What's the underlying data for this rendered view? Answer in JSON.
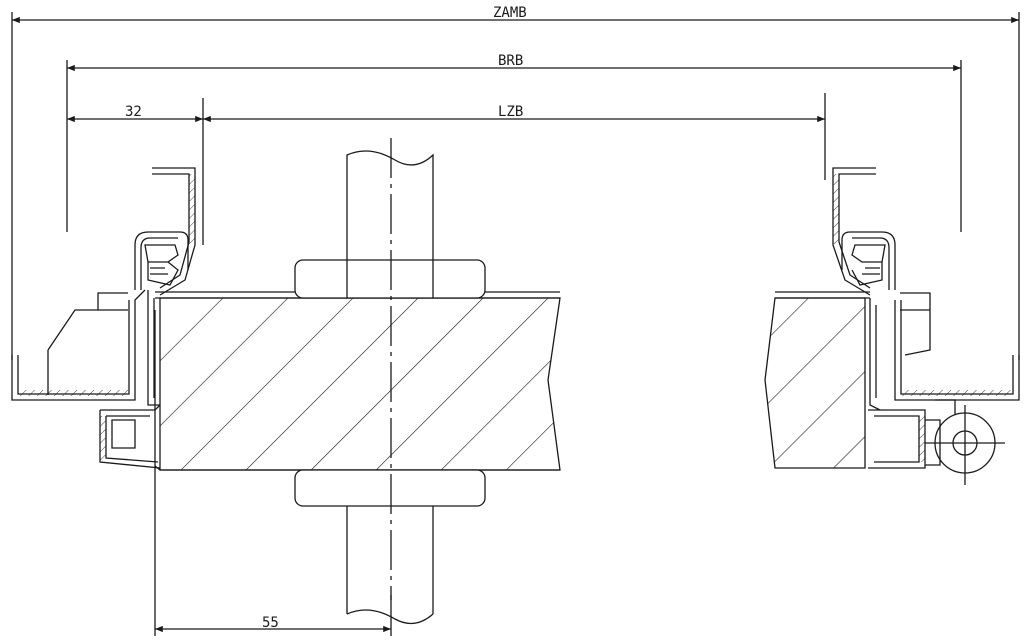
{
  "dimensions": {
    "zamb": "ZAMB",
    "brb": "BRB",
    "lzb": "LZB",
    "offset_32": "32",
    "offset_55": "55"
  },
  "colors": {
    "ink": "#1a1a1a",
    "background": "#ffffff"
  }
}
